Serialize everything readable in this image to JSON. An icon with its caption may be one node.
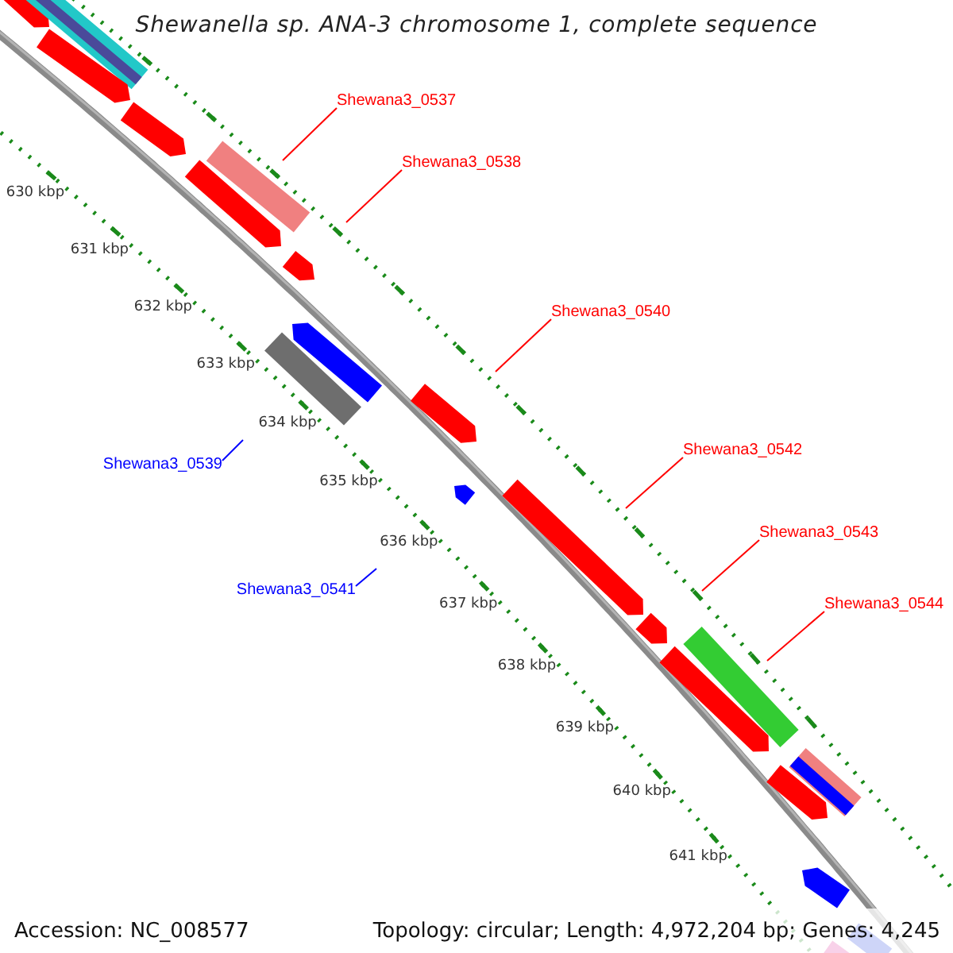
{
  "diagram": {
    "title": "Shewanella sp. ANA-3 chromosome 1, complete sequence",
    "nodes": [
      {
        "text": [
          "Shewana3_0537"
        ]
      },
      {
        "text": [
          "Shewana3_0538"
        ]
      },
      {
        "text": [
          "Shewana3_0540"
        ]
      },
      {
        "text": [
          "Shewana3_0542"
        ]
      },
      {
        "text": [
          "Shewana3_0539"
        ]
      },
      {
        "text": [
          "Shewana3_0543"
        ]
      },
      {
        "text": [
          "Shewana3_0541"
        ]
      },
      {
        "text": [
          "Shewana3_0544"
        ]
      }
    ],
    "edges": [
      {
        "from": 0,
        "to": null,
        "arrow": "none"
      },
      {
        "from": 1,
        "to": null,
        "arrow": "none"
      },
      {
        "from": 2,
        "to": null,
        "arrow": "none"
      },
      {
        "from": 3,
        "to": null,
        "arrow": "none"
      },
      {
        "from": 4,
        "to": null,
        "arrow": "none",
        "color": "#0000ff"
      },
      {
        "from": 5,
        "to": null,
        "arrow": "none"
      },
      {
        "from": 6,
        "to": null,
        "arrow": "none",
        "color": "#0000ff"
      },
      {
        "from": 7,
        "to": null,
        "arrow": "none"
      }
    ],
    "labels": [
      "630 kbp",
      "631 kbp",
      "632 kbp",
      "633 kbp",
      "634 kbp",
      "635 kbp",
      "636 kbp",
      "637 kbp",
      "638 kbp",
      "639 kbp",
      "640 kbp",
      "641 kbp",
      "Accession: NC_008577",
      "Topology: circular; Length: 4,972,204 bp; Genes: 4,245"
    ]
  }
}
